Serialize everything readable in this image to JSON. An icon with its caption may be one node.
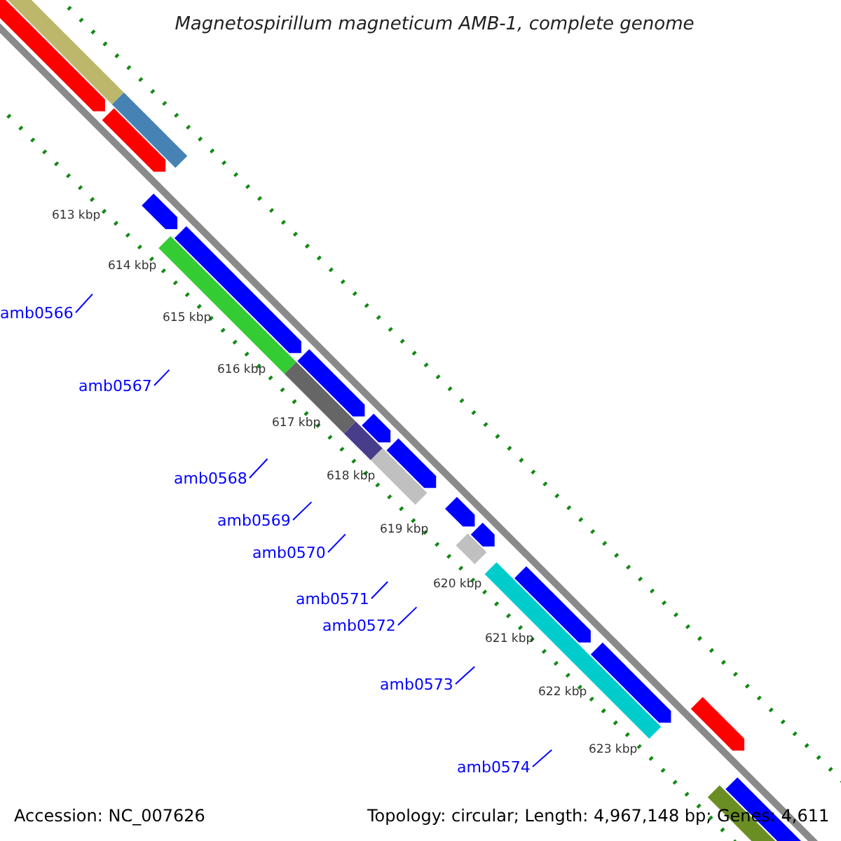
{
  "diagram": {
    "title": "Magnetospirillum magneticum AMB-1, complete genome",
    "nodes": [
      {
        "text": [
          "amb0566"
        ]
      },
      {
        "text": [
          "amb0567"
        ]
      },
      {
        "text": [
          "amb0568"
        ]
      },
      {
        "text": [
          "amb0569"
        ]
      },
      {
        "text": [
          "amb0570"
        ]
      },
      {
        "text": [
          "amb0571"
        ]
      },
      {
        "text": [
          "amb0572"
        ]
      },
      {
        "text": [
          "amb0573"
        ]
      },
      {
        "text": [
          "amb0574"
        ]
      }
    ],
    "edges": [
      {
        "from": 0,
        "to": null,
        "arrow": "none"
      },
      {
        "from": 1,
        "to": null,
        "arrow": "none"
      },
      {
        "from": 2,
        "to": null,
        "arrow": "none"
      },
      {
        "from": 3,
        "to": null,
        "arrow": "none"
      },
      {
        "from": 4,
        "to": null,
        "arrow": "none"
      },
      {
        "from": 5,
        "to": null,
        "arrow": "none"
      },
      {
        "from": 6,
        "to": null,
        "arrow": "none"
      },
      {
        "from": 7,
        "to": null,
        "arrow": "none"
      },
      {
        "from": 8,
        "to": null,
        "arrow": "none"
      }
    ],
    "labels": [
      "613 kbp",
      "614 kbp",
      "615 kbp",
      "616 kbp",
      "617 kbp",
      "618 kbp",
      "619 kbp",
      "620 kbp",
      "621 kbp",
      "622 kbp",
      "623 kbp",
      "Accession: NC_007626",
      "Topology: circular; Length: 4,967,148 bp; Genes: 4,611"
    ]
  }
}
